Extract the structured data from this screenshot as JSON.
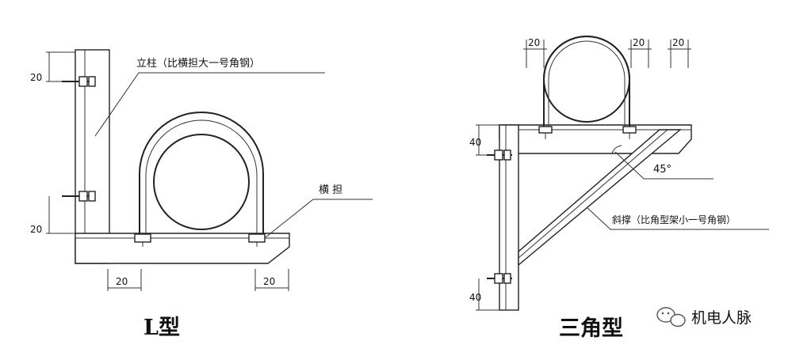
{
  "l_type": {
    "caption": "L型",
    "column_label": "立柱（比横担大一号角钢）",
    "crossarm_label": "横 担",
    "dims": {
      "top": "20",
      "left_lower": "20",
      "bottom_left": "20",
      "bottom_right": "20"
    }
  },
  "triangle_type": {
    "caption": "三角型",
    "angle_label": "45°",
    "brace_label": "斜撑（比角型架小一号角钢）",
    "dims": {
      "top_left": "20",
      "top_mid": "20",
      "top_right": "20",
      "left_upper": "40",
      "left_lower": "40"
    }
  },
  "watermark": {
    "text": "机电人脉"
  }
}
